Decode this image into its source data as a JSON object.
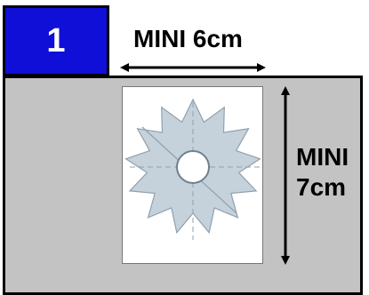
{
  "badge": {
    "number": "1"
  },
  "dimensions": {
    "width_label": "MINI 6cm",
    "height_label_line1": "MINI",
    "height_label_line2": "7cm"
  },
  "colors": {
    "badge_fill": "#0f0fd8",
    "panel_fill": "#c3c3c3",
    "star_fill": "#c5d2dc",
    "star_stroke": "#8fa0ad"
  },
  "icons": [
    "star-gasket-icon",
    "horizontal-double-arrow-icon",
    "vertical-double-arrow-icon"
  ]
}
